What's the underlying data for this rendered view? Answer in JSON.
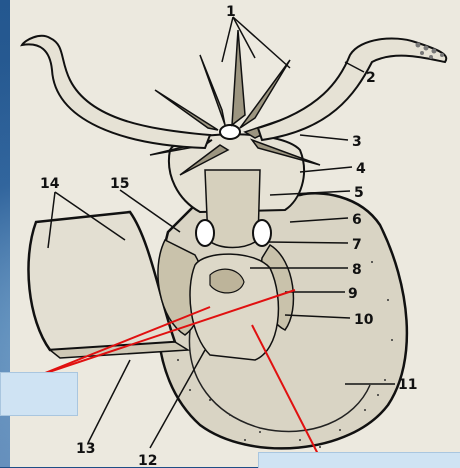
{
  "labels": {
    "l1": "1",
    "l2": "2",
    "l3": "3",
    "l4": "4",
    "l5": "5",
    "l6": "6",
    "l7": "7",
    "l8": "8",
    "l9": "9",
    "l10": "10",
    "l11": "11",
    "l12": "12",
    "l13": "13",
    "l14": "14",
    "l15": "15"
  },
  "colors": {
    "pointer_lines": "#e01010",
    "callout_fill": "#cfe3f3",
    "ink": "#111111",
    "paper": "#ece9df"
  }
}
